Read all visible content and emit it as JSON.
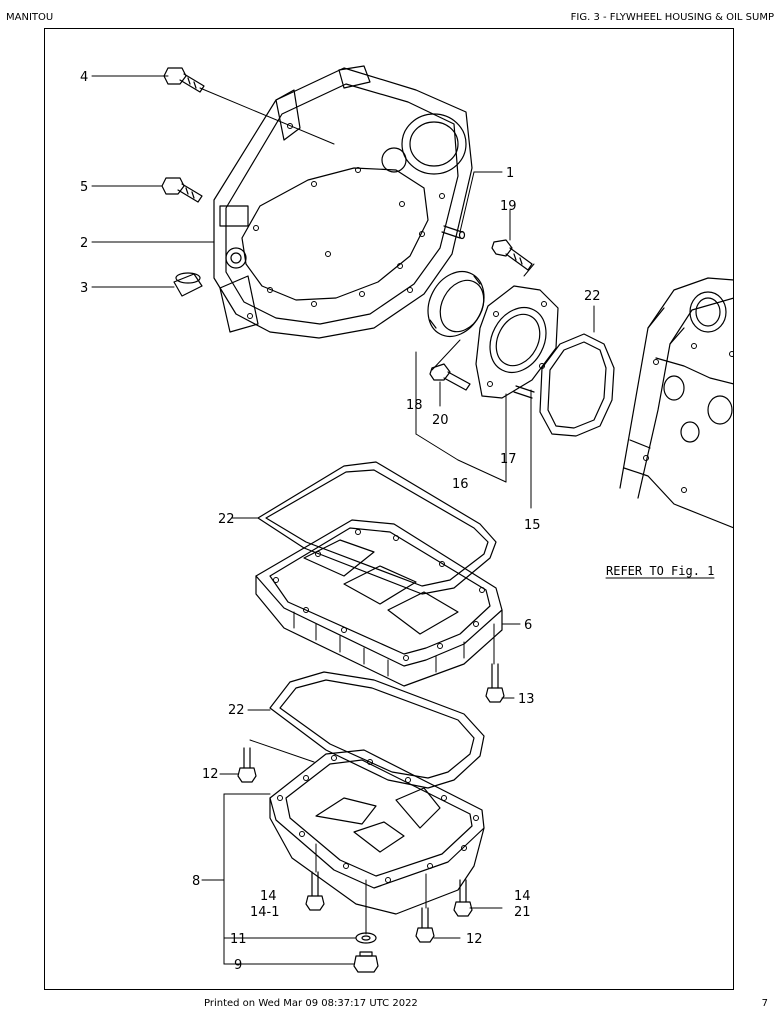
{
  "header": {
    "brand": "MANITOU",
    "figure_title": "FIG. 3 - FLYWHEEL HOUSING & OIL SUMP"
  },
  "callouts": {
    "c1": "1",
    "c2": "2",
    "c3": "3",
    "c4": "4",
    "c5": "5",
    "c6": "6",
    "c8": "8",
    "c9": "9",
    "c11": "11",
    "c12a": "12",
    "c12b": "12",
    "c13": "13",
    "c14a": "14",
    "c14_1": "14-1",
    "c14b": "14",
    "c15": "15",
    "c16": "16",
    "c17": "17",
    "c18": "18",
    "c19": "19",
    "c20": "20",
    "c21": "21",
    "c22a": "22",
    "c22b": "22",
    "c22c": "22"
  },
  "refer_note": "REFER TO Fig. 1",
  "footer": {
    "printed": "Printed on  Wed Mar 09 08:37:17 UTC 2022",
    "page": "7"
  }
}
